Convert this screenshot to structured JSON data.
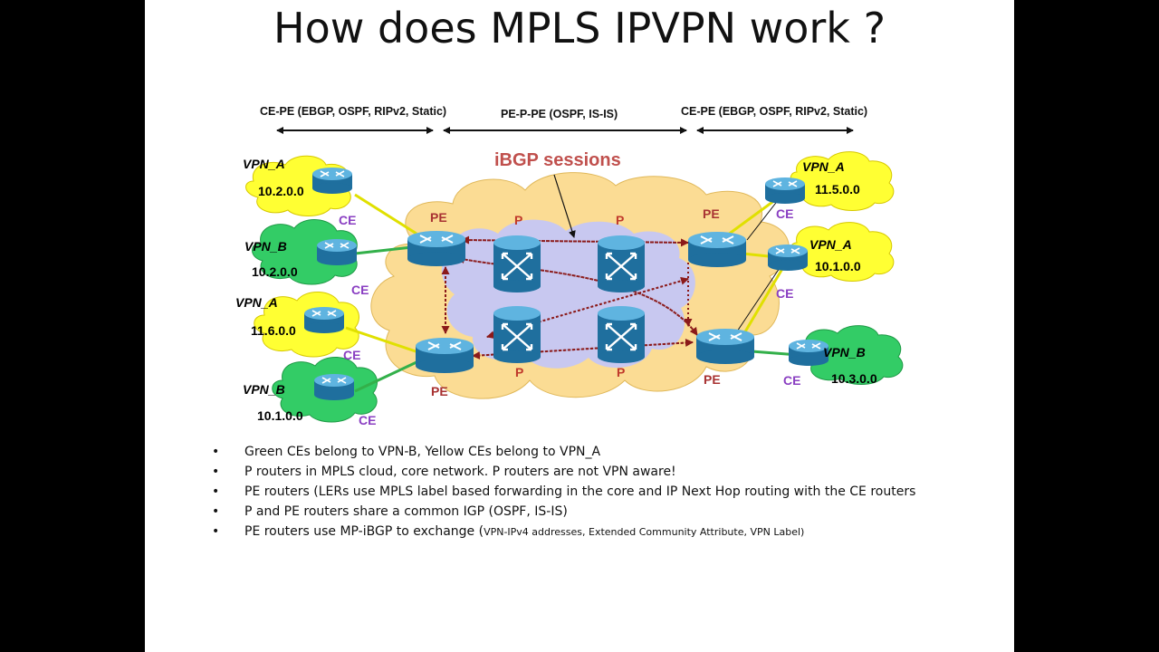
{
  "title": "How does MPLS IPVPN work ?",
  "headers": {
    "left": "CE-PE (EBGP, OSPF, RIPv2, Static)",
    "middle": "PE-P-PE (OSPF, IS-IS)",
    "right": "CE-PE (EBGP, OSPF, RIPv2, Static)"
  },
  "ibgp_label": "iBGP sessions",
  "sites": [
    {
      "vpn": "VPN_A",
      "network": "10.2.0.0",
      "ce": "CE"
    },
    {
      "vpn": "VPN_B",
      "network": "10.2.0.0",
      "ce": "CE"
    },
    {
      "vpn": "VPN_A",
      "network": "11.6.0.0",
      "ce": "CE"
    },
    {
      "vpn": "VPN_B",
      "network": "10.1.0.0",
      "ce": "CE"
    },
    {
      "vpn": "VPN_A",
      "network": "11.5.0.0",
      "ce": "CE"
    },
    {
      "vpn": "VPN_A",
      "network": "10.1.0.0",
      "ce": "CE"
    },
    {
      "vpn": "VPN_B",
      "network": "10.3.0.0",
      "ce": "CE"
    }
  ],
  "pe_label": "PE",
  "p_label": "P",
  "bullets": [
    {
      "text": "Green CEs belong to VPN-B, Yellow CEs belong to VPN_A",
      "small": ""
    },
    {
      "text": "P routers  in MPLS cloud, core network. P routers are not VPN aware!",
      "small": ""
    },
    {
      "text": "PE routers (LERs use MPLS label based forwarding in the core and IP Next Hop routing with the CE routers",
      "small": ""
    },
    {
      "text": "P and PE routers share a common IGP (OSPF, IS-IS)",
      "small": ""
    },
    {
      "text": "PE routers use MP-iBGP to exchange (",
      "small": "VPN-IPv4 addresses, Extended Community Attribute,  VPN Label)"
    }
  ],
  "bullet_char": "•",
  "colors": {
    "yellow_cloud": "#ffff33",
    "green_cloud": "#33cc66",
    "mpls_cloud": "#fbdc94",
    "core_cloud": "#c8c8f0",
    "router": "#2a8fc4",
    "ibgp_arrow": "#8b1a1a"
  }
}
